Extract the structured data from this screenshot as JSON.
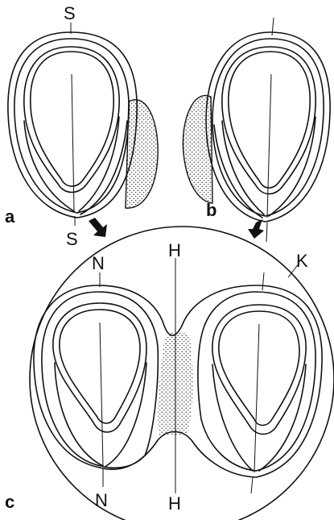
{
  "labels": {
    "panel_a": "a",
    "panel_b": "b",
    "panel_c": "c",
    "s_top": "S",
    "s_bottom": "S",
    "n_top": "N",
    "n_bottom": "N",
    "h_top": "H",
    "h_bottom": "H",
    "k": "K"
  },
  "colors": {
    "ink": "#111111",
    "stipple": "#111111",
    "background": "#ffffff"
  }
}
